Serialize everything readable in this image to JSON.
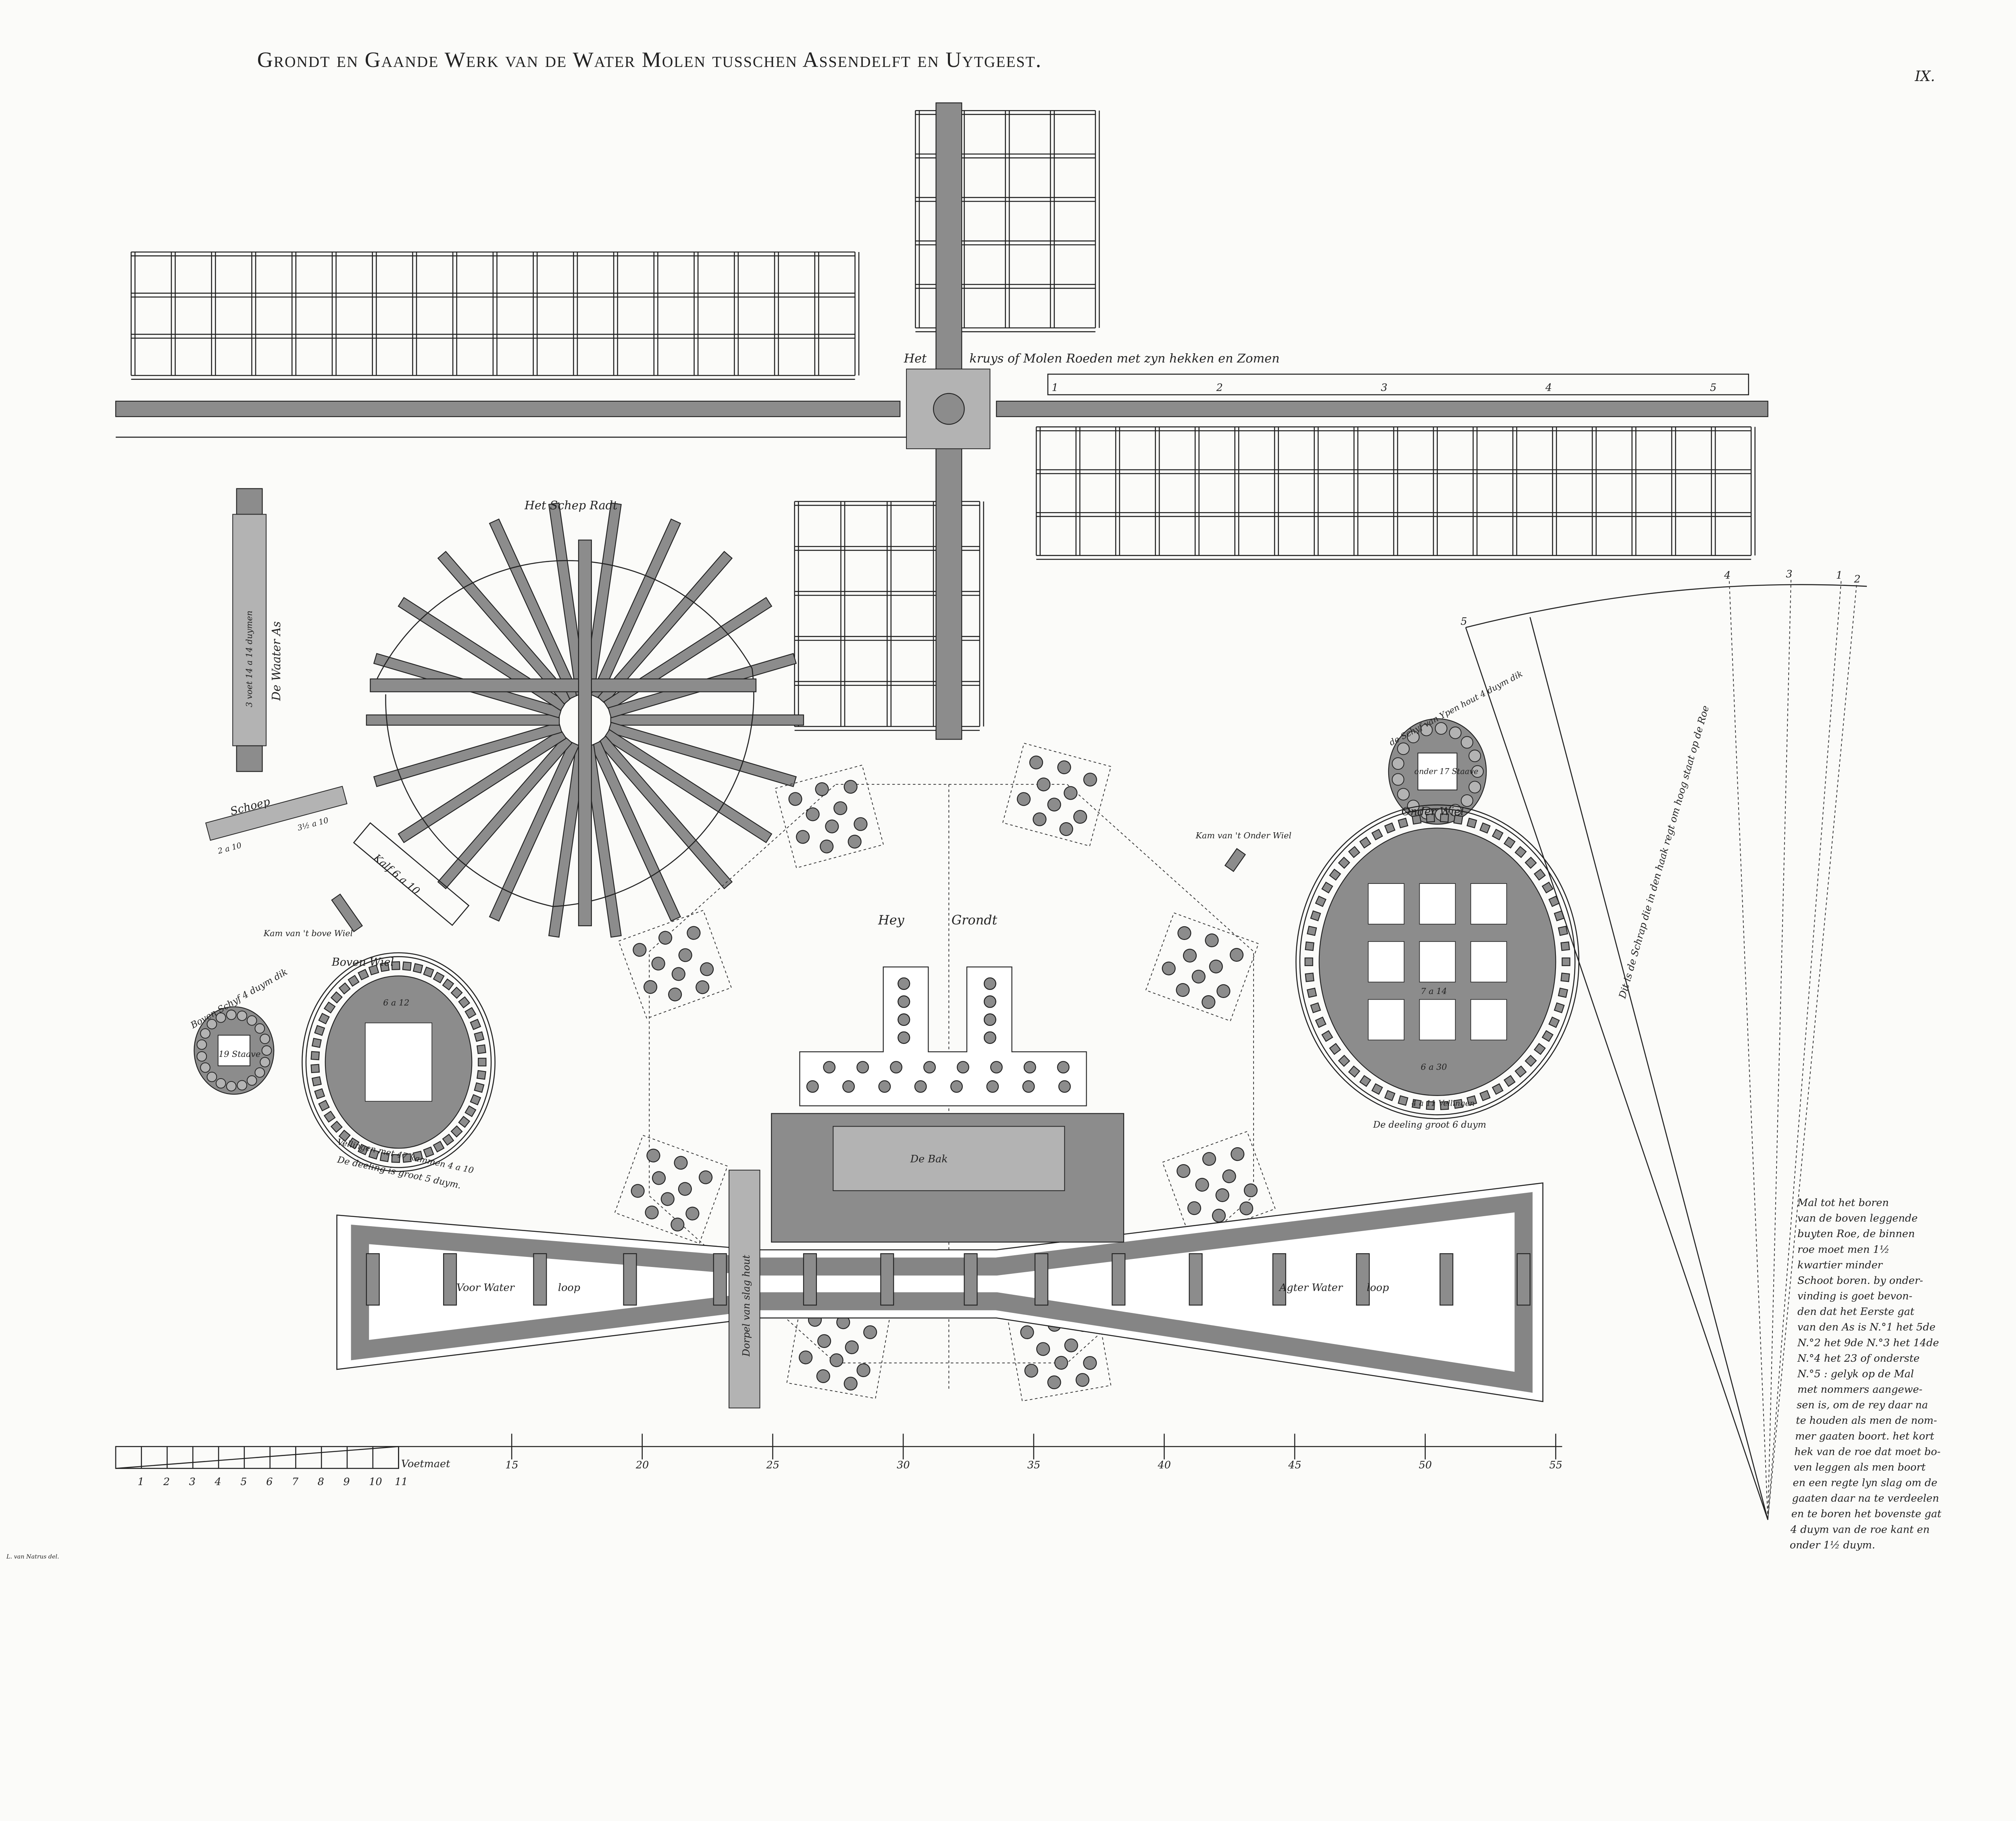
{
  "title": "Grondt en Gaande Werk van de Water Molen tusschen Assendelft en Uytgeest.",
  "plate_number": "IX.",
  "labels": {
    "kruys_het": "Het",
    "kruys": "kruys of Molen Roeden met zyn hekken en Zomen",
    "schep_radt": "Het Schep Radt",
    "water_as": "De Waater As",
    "water_as_size": "3 voet 14 a 14 duymen",
    "schoep": "Schoep",
    "schoep_size_1": "3½ a 10",
    "schoep_size_2": "2 a 10",
    "kalf": "Kalf 6 a 10",
    "kam_boven": "Kam van 't bove Wiel",
    "boven_schyf": "Boven Schyf 4 duym dik",
    "boven_schyf_center": "19 Staave",
    "boven_wiel": "Boven Wiel",
    "boven_wiel_beam": "6 a 12",
    "boven_wiel_vellingen": "Vellingen met 47 kammen 4 a 10",
    "boven_wiel_deeling": "De deeling is groot 5 duym.",
    "onder_schyf": "de Schyf van Ypen hout 4 duym dik",
    "onder_schyf_center": "onder 17 Staave",
    "onder_wiel": "Onder Wiel",
    "onder_wiel_beam": "7 a 14",
    "onder_wiel_rim": "6 a 30",
    "onder_wiel_vellingen": "4 a 11 Vellingen",
    "onder_wiel_deeling": "De deeling groot 6 duym",
    "kam_onder": "Kam van 't Onder Wiel",
    "hey": "Hey",
    "grondt": "Grondt",
    "de_bak": "De Bak",
    "dorpel": "Dorpel van slag hout",
    "voor_water": "Voor Water",
    "voor_loop": "loop",
    "agter_water": "Agter Water",
    "agter_loop": "loop",
    "schrap": "Dit is de Schrap die in den haak regt om hoog staat op de Roe",
    "credit": "L. van Natrus del."
  },
  "hekken_numbers": [
    "1",
    "2",
    "3",
    "4",
    "5"
  ],
  "fan_numbers": [
    "5",
    "4",
    "3",
    "1",
    "2"
  ],
  "scale": {
    "label": "Voetmaet",
    "small_ticks": [
      "1",
      "2",
      "3",
      "4",
      "5",
      "6",
      "7",
      "8",
      "9",
      "10",
      "11"
    ],
    "major_ticks": [
      "15",
      "20",
      "25",
      "30",
      "35",
      "40",
      "45",
      "50",
      "55"
    ]
  },
  "notes": {
    "lines": [
      "Mal tot het boren",
      "van de boven leggende",
      "buyten Roe, de binnen",
      "roe moet men 1½",
      "kwartier minder",
      "Schoot boren. by onder-",
      "vinding is goet bevon-",
      "den dat het Eerste gat",
      "van den As is N.°1 het 5de",
      "N.°2 het 9de N.°3 het 14de",
      "N.°4 het 23 of onderste",
      "N.°5 : gelyk op de Mal",
      "met nommers aangewe-",
      "sen is, om de rey daar na",
      "te houden als men de nom-",
      "mer gaaten boort. het kort",
      "hek van de roe dat moet bo-",
      "ven leggen als men boort",
      "en een regte lyn slag om de",
      "gaaten daar na te verdeelen",
      "en te boren het bovenste gat",
      "4 duym van de roe kant en",
      "onder 1½ duym."
    ]
  },
  "colors": {
    "ink": "#222222",
    "paper": "#fbfbf9",
    "wood": "#8c8c8c"
  }
}
